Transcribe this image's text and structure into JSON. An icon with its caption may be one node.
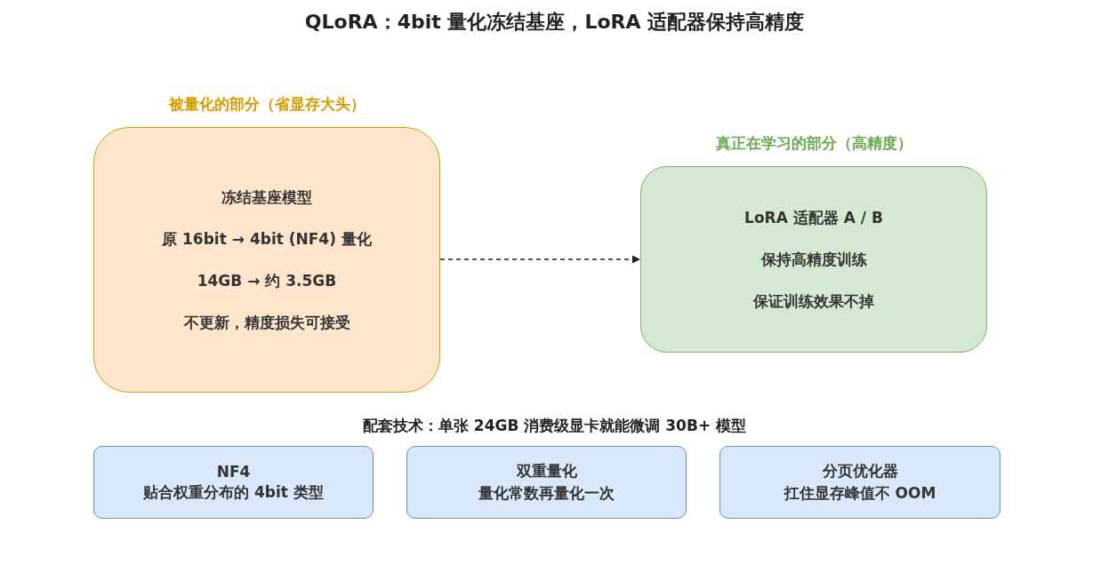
{
  "diagram": {
    "title": "QLoRA：4bit 量化冻结基座，LoRA 适配器保持高精度",
    "nodes": [
      {
        "text": [
          "被量化的部分（省显存大头）",
          "冻结基座模型",
          "原 16bit → 4bit (NF4) 量化",
          "14GB → 约 3.5GB",
          "不更新，精度损失可接受"
        ]
      },
      {
        "text": [
          "真正在学习的部分（高精度）",
          "LoRA 适配器 A / B",
          "保持高精度训练",
          "保证训练效果不掉"
        ]
      },
      {
        "text": [
          "NF4",
          "贴合权重分布的 4bit 类型"
        ]
      },
      {
        "text": [
          "双重量化",
          "量化常数再量化一次"
        ]
      },
      {
        "text": [
          "分页优化器",
          "扛住显存峰值不 OOM"
        ]
      }
    ],
    "edges": [
      {
        "from": 0,
        "to": 1,
        "arrow": "to",
        "style": "dashed"
      }
    ],
    "labels": [
      "配套技术：单张 24GB 消费级显卡就能微调 30B+ 模型"
    ]
  }
}
